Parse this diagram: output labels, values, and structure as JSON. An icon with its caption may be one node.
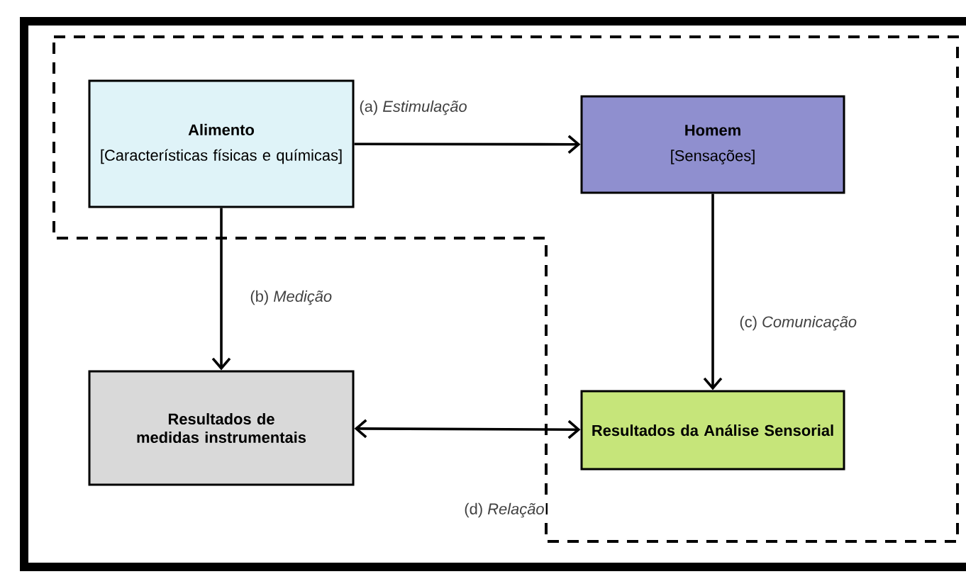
{
  "diagram": {
    "nodes": [
      {
        "text": [
          "Alimento",
          "[Características físicas e químicas]"
        ]
      },
      {
        "text": [
          "Homem",
          "[Sensações]"
        ]
      },
      {
        "text": [
          "Resultados de medidas instrumentais"
        ]
      },
      {
        "text": [
          "Resultados da Análise Sensorial"
        ]
      }
    ],
    "edges": [
      {
        "from": 0,
        "to": 1,
        "arrow": "to",
        "label": "(a) *Estimulação*"
      },
      {
        "from": 0,
        "to": 2,
        "arrow": "to",
        "label": "(b) *Medição*"
      },
      {
        "from": 1,
        "to": 3,
        "arrow": "to",
        "label": "(c) *Comunicação*"
      },
      {
        "from": 2,
        "to": 3,
        "arrow": "both",
        "label": "(d) *Relação*"
      }
    ]
  }
}
